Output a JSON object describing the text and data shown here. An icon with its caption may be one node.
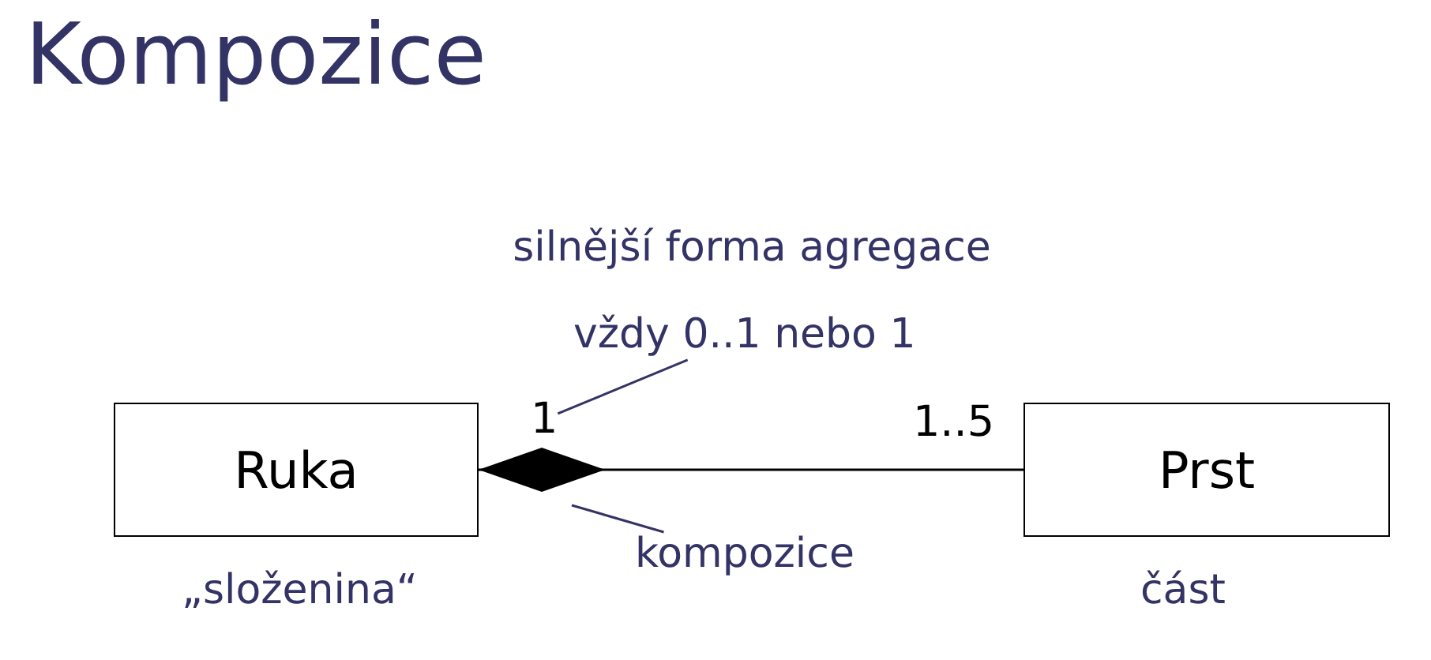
{
  "diagram": {
    "title": "Kompozice",
    "nodes": [
      {
        "text": [
          "Ruka"
        ],
        "beside": [
          "„složenina“"
        ]
      },
      {
        "text": [
          "Prst"
        ],
        "beside": [
          "část"
        ]
      },
      {
        "text": [
          "vždy 0..1 nebo 1"
        ]
      },
      {
        "text": [
          "1"
        ]
      },
      {
        "text": [
          "kompozice"
        ]
      }
    ],
    "edges": [
      {
        "from": 0,
        "to": 1,
        "arrow": "other",
        "color": "#000000"
      },
      {
        "from": 2,
        "to": 3,
        "arrow": "none",
        "color": "#333366"
      },
      {
        "from": 4,
        "to": null,
        "arrow": "none",
        "color": "#333366"
      }
    ],
    "labels": [
      "silnější forma agregace",
      "1..5"
    ]
  }
}
